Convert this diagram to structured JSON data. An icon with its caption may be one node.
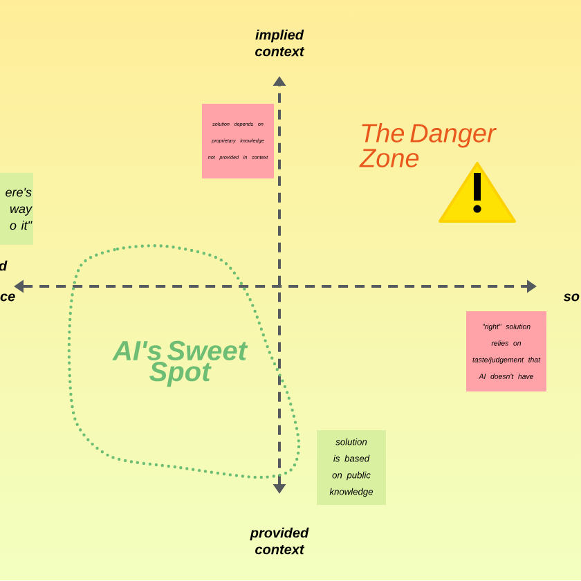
{
  "diagram": {
    "nodes": [
      {
        "text": [
          "ere's way o it\""
        ]
      },
      {
        "text": [
          "solution depends on proprietary knowledge not provided in context"
        ]
      },
      {
        "text": [
          "\"right\" solution relies on taste/judgement that AI doesn't have"
        ]
      },
      {
        "text": [
          "AI's Sweet Spot"
        ]
      },
      {
        "text": [
          "solution is based on public knowledge"
        ]
      }
    ],
    "labels": [
      "implied context",
      "The Danger Zone",
      "d",
      "ce",
      "so",
      "provided context"
    ]
  }
}
